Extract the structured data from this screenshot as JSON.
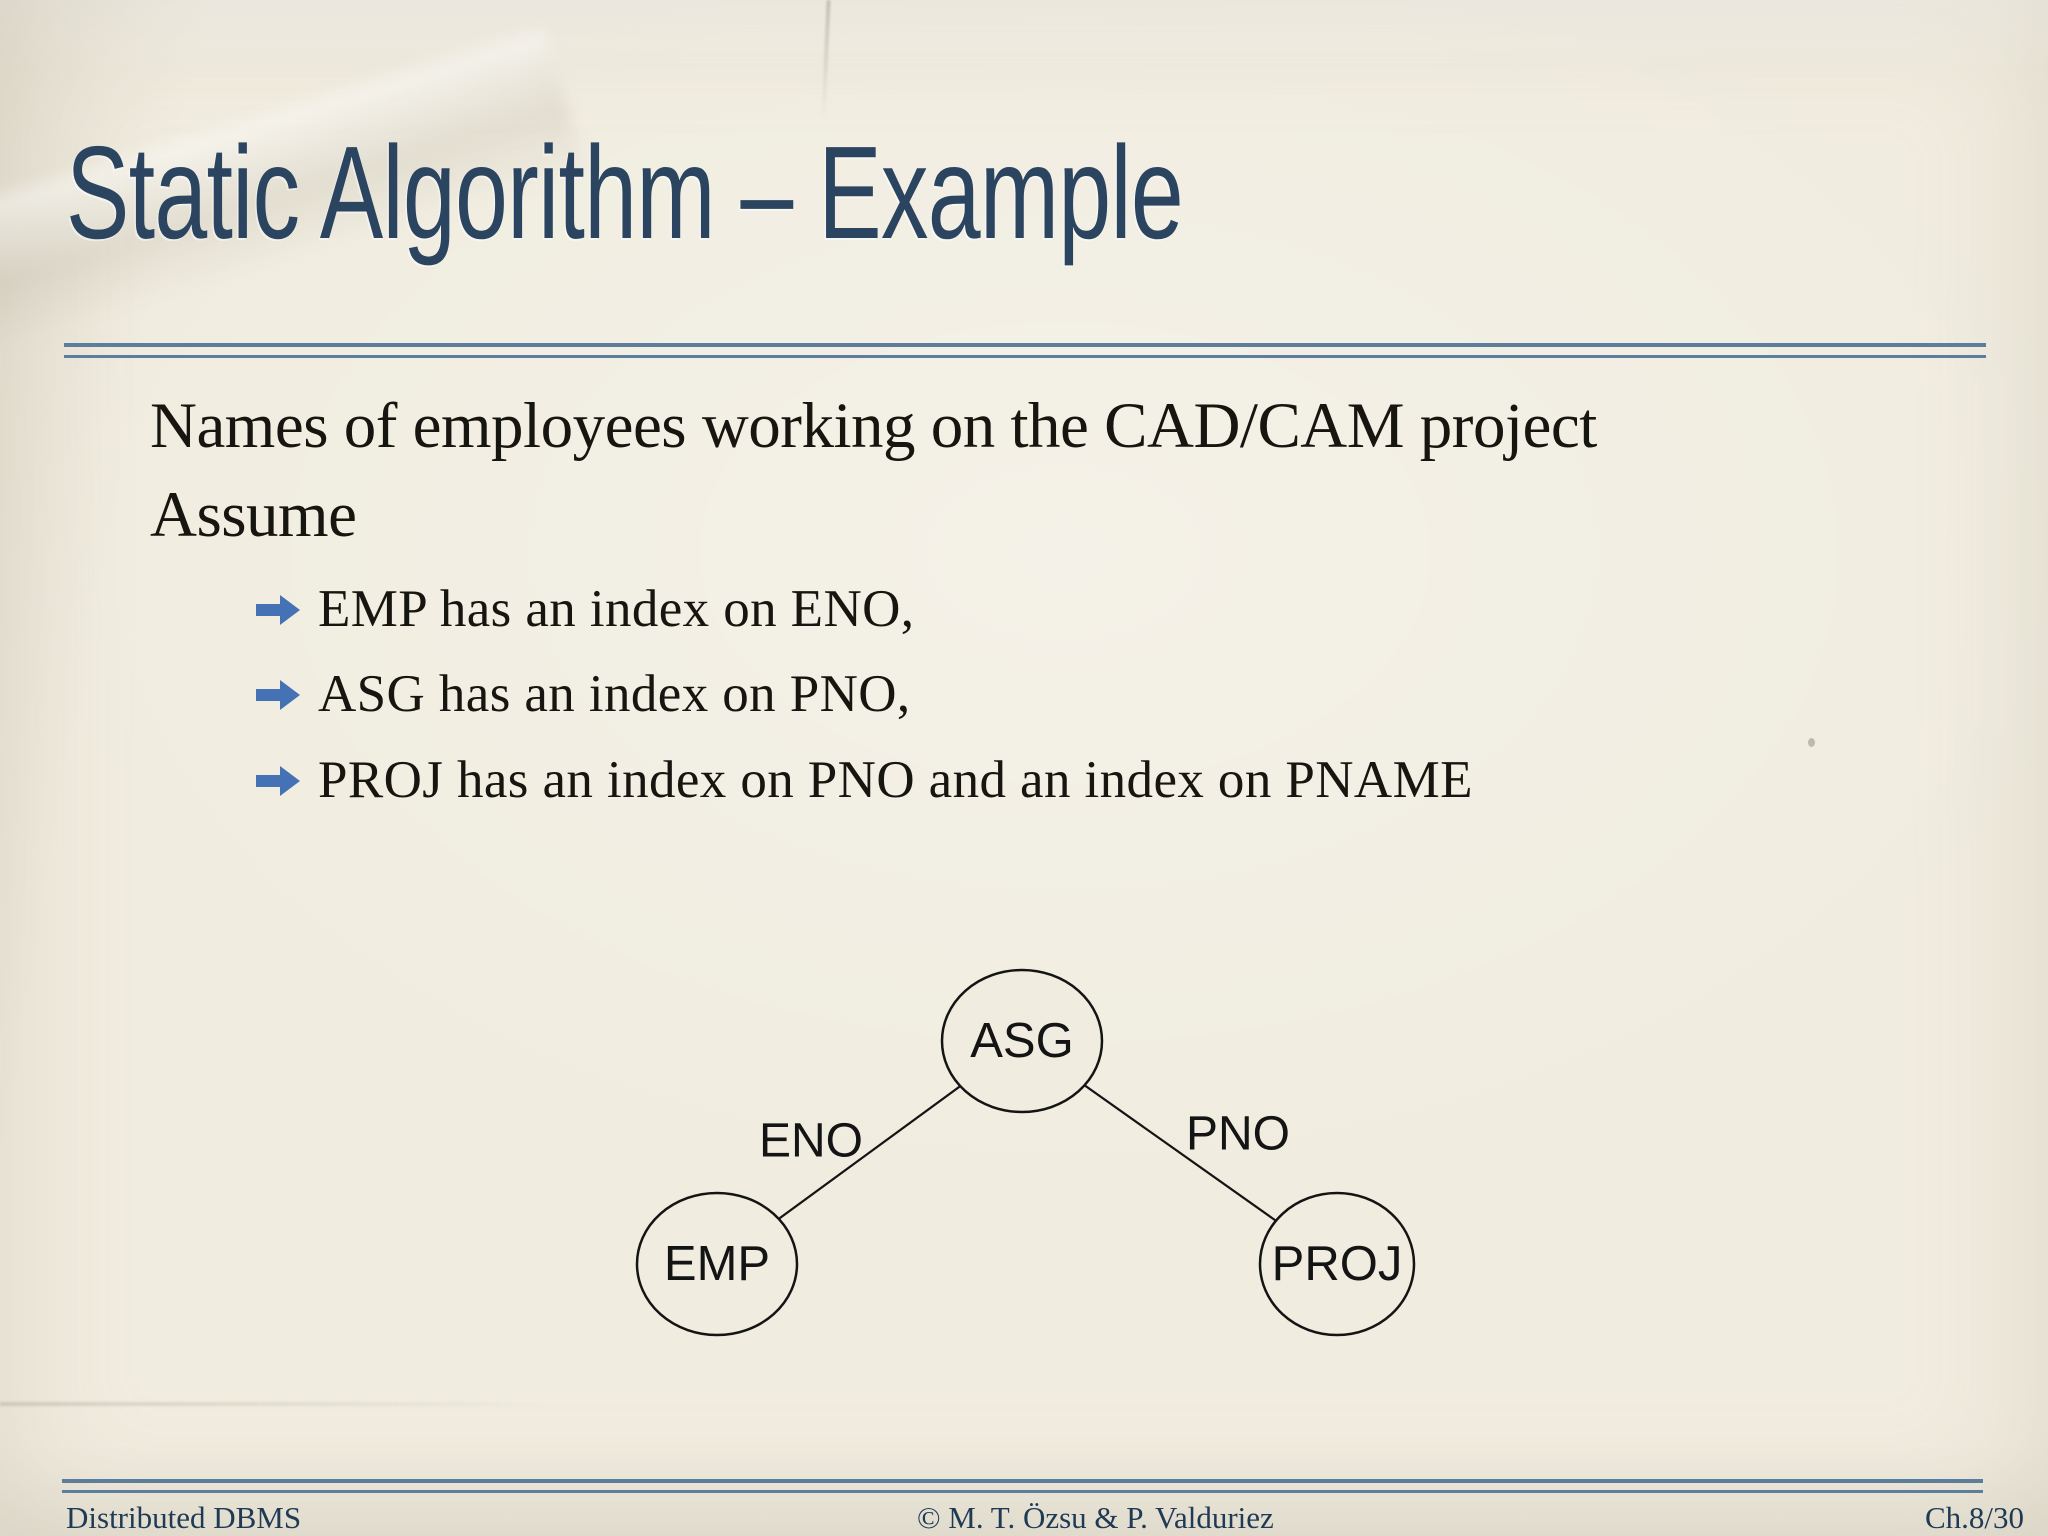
{
  "slide": {
    "title": "Static Algorithm – Example",
    "body": {
      "line1": "Names of employees working on the CAD/CAM project",
      "line2": "Assume",
      "bullets": [
        "EMP has an index on ENO,",
        "ASG has an index on PNO,",
        "PROJ has an index on PNO and an index on PNAME"
      ]
    },
    "diagram": {
      "nodes": [
        {
          "id": "ASG",
          "label": "ASG"
        },
        {
          "id": "EMP",
          "label": "EMP"
        },
        {
          "id": "PROJ",
          "label": "PROJ"
        }
      ],
      "edges": [
        {
          "from": "ASG",
          "to": "EMP",
          "label": "ENO"
        },
        {
          "from": "ASG",
          "to": "PROJ",
          "label": "PNO"
        }
      ]
    },
    "footer": {
      "left": "Distributed DBMS",
      "center": "© M. T. Özsu & P. Valduriez",
      "right": "Ch.8/30"
    },
    "colors": {
      "title": "#2b4560",
      "separator": "#5c7e9c",
      "bullet_arrow": "#4472b4",
      "body_text": "#17150f",
      "footer_text": "#1f3a55",
      "diagram_ink": "#141414",
      "background": "#f0ecdf"
    }
  }
}
